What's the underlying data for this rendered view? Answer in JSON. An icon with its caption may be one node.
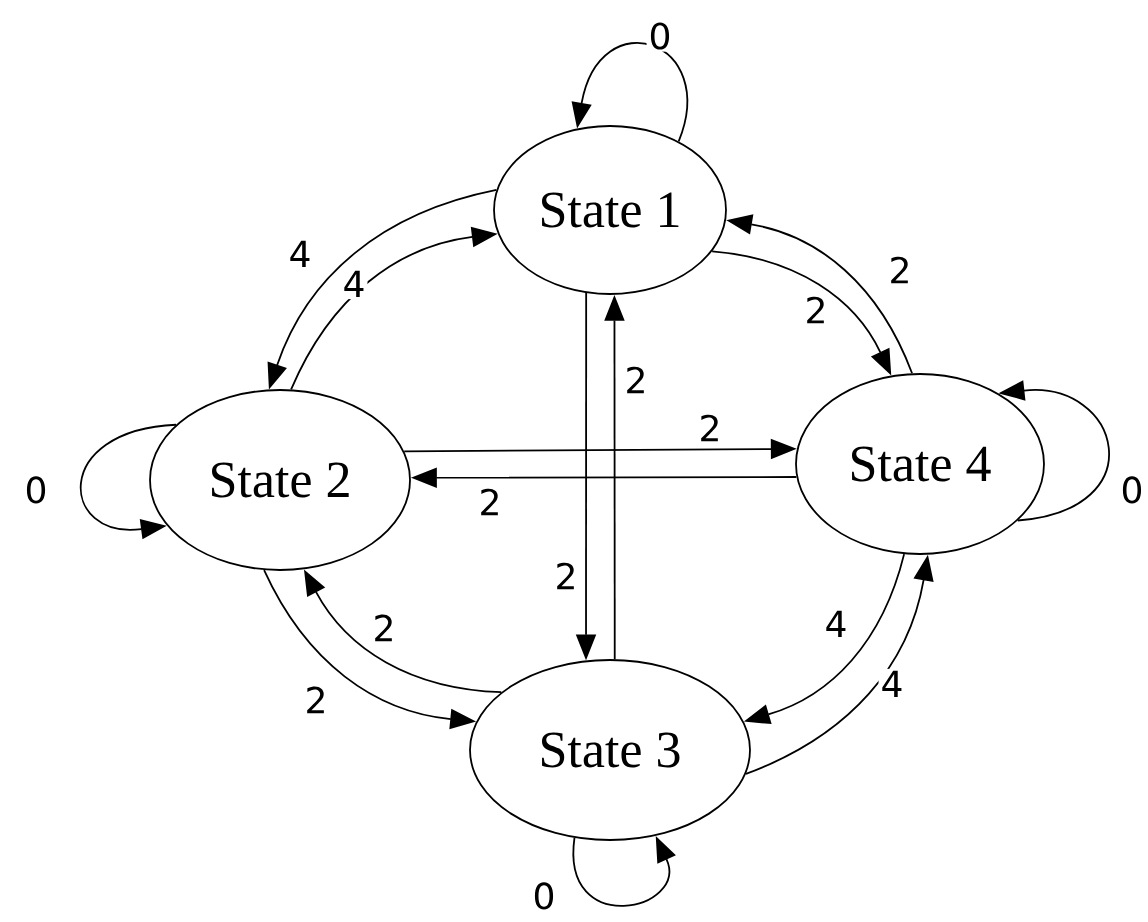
{
  "diagram": {
    "nodes": [
      {
        "text": [
          "State 1"
        ]
      },
      {
        "text": [
          "State 2"
        ]
      },
      {
        "text": [
          "State 3"
        ]
      },
      {
        "text": [
          "State 4"
        ]
      }
    ],
    "edges": [
      {
        "from": 0,
        "to": 0,
        "arrow": "to",
        "label": "0"
      },
      {
        "from": 0,
        "to": 1,
        "arrow": "to",
        "label": "4"
      },
      {
        "from": 1,
        "to": 0,
        "arrow": "to",
        "label": "4"
      },
      {
        "from": 0,
        "to": 3,
        "arrow": "to",
        "label": "2"
      },
      {
        "from": 3,
        "to": 0,
        "arrow": "to",
        "label": "2"
      },
      {
        "from": 1,
        "to": 3,
        "arrow": "to",
        "label": "2"
      },
      {
        "from": 3,
        "to": 1,
        "arrow": "to",
        "label": "2"
      },
      {
        "from": 0,
        "to": 2,
        "arrow": "to",
        "label": "2"
      },
      {
        "from": 2,
        "to": 0,
        "arrow": "to",
        "label": "2"
      },
      {
        "from": 1,
        "to": 2,
        "arrow": "to",
        "label": "2"
      },
      {
        "from": 2,
        "to": 1,
        "arrow": "to",
        "label": "2"
      },
      {
        "from": 3,
        "to": 2,
        "arrow": "to",
        "label": "4"
      },
      {
        "from": 2,
        "to": 3,
        "arrow": "to",
        "label": "4"
      },
      {
        "from": 1,
        "to": 1,
        "arrow": "to",
        "label": "0"
      },
      {
        "from": 3,
        "to": 3,
        "arrow": "to",
        "label": "0"
      },
      {
        "from": 2,
        "to": 2,
        "arrow": "to",
        "label": "0"
      }
    ]
  }
}
